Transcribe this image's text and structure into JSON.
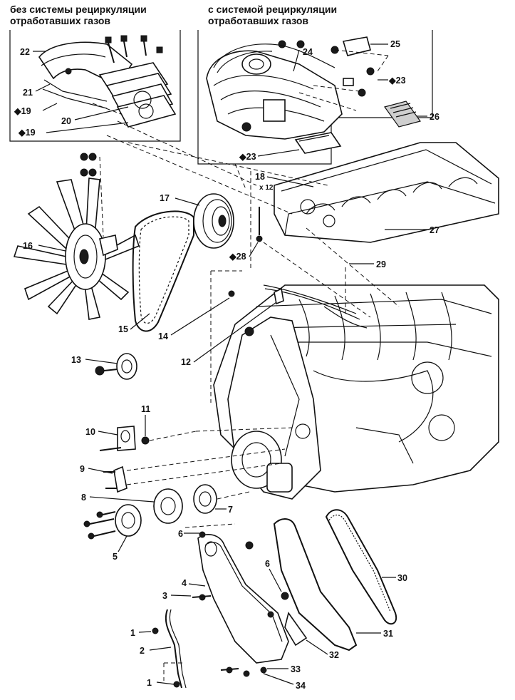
{
  "captions": {
    "without_egr_line1": "без системы рециркуляции",
    "without_egr_line2": "отработавших газов",
    "with_egr_line1": "с системой рециркуляции",
    "with_egr_line2": "отработавших газов"
  },
  "labels": {
    "l1a": "1",
    "l1b": "1",
    "l2": "2",
    "l3": "3",
    "l4": "4",
    "l5": "5",
    "l6a": "6",
    "l6b": "6",
    "l7": "7",
    "l8": "8",
    "l9": "9",
    "l10": "10",
    "l11": "11",
    "l12": "12",
    "l13": "13",
    "l14": "14",
    "l15": "15",
    "l16": "16",
    "l17": "17",
    "l18": "18",
    "l19a": "◆19",
    "l19b": "◆19",
    "l20": "20",
    "l21": "21",
    "l22": "22",
    "l23a": "◆23",
    "l23b": "◆23",
    "l24": "24",
    "l25": "25",
    "l26": "26",
    "l27": "27",
    "l28": "◆28",
    "l29": "29",
    "l30": "30",
    "l31": "31",
    "l32": "32",
    "l33": "33",
    "l34": "34",
    "x12": "x 12"
  }
}
